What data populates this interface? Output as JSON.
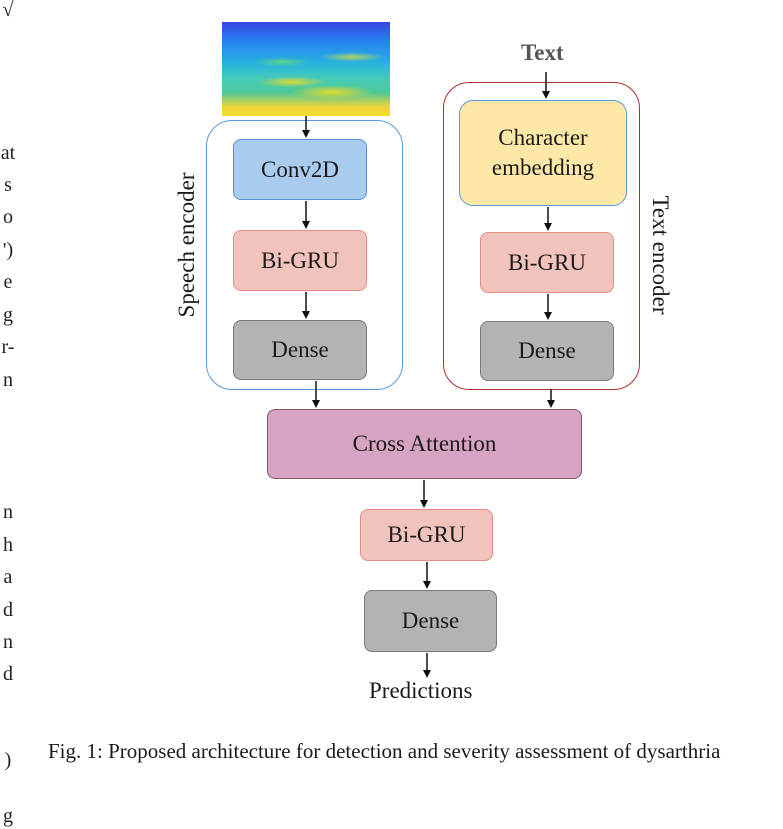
{
  "margin_text": {
    "left": [
      "√",
      "at",
      "s",
      "o",
      "')",
      "e",
      "g",
      "r-",
      "n",
      "n",
      "h",
      "a",
      "d",
      "n",
      "d",
      ")",
      "g"
    ]
  },
  "diagram": {
    "text_input": "Text",
    "speech_encoder_label": "Speech encoder",
    "text_encoder_label": "Text encoder",
    "speech_blocks": [
      "Conv2D",
      "Bi-GRU",
      "Dense"
    ],
    "text_blocks": [
      "Character\nembedding",
      "Bi-GRU",
      "Dense"
    ],
    "cross_attention": "Cross Attention",
    "head_blocks": [
      "Bi-GRU",
      "Dense"
    ],
    "output": "Predictions"
  },
  "caption": "Fig. 1: Proposed architecture for detection and severity assessment of dysarthria",
  "colors": {
    "conv": "#a9cbee",
    "gru": "#f2c3bc",
    "dense": "#b3b3b3",
    "char": "#fde8a8",
    "cross": "#d6a3c3",
    "speech_border": "#5a9ae0",
    "text_border": "#b03030"
  }
}
